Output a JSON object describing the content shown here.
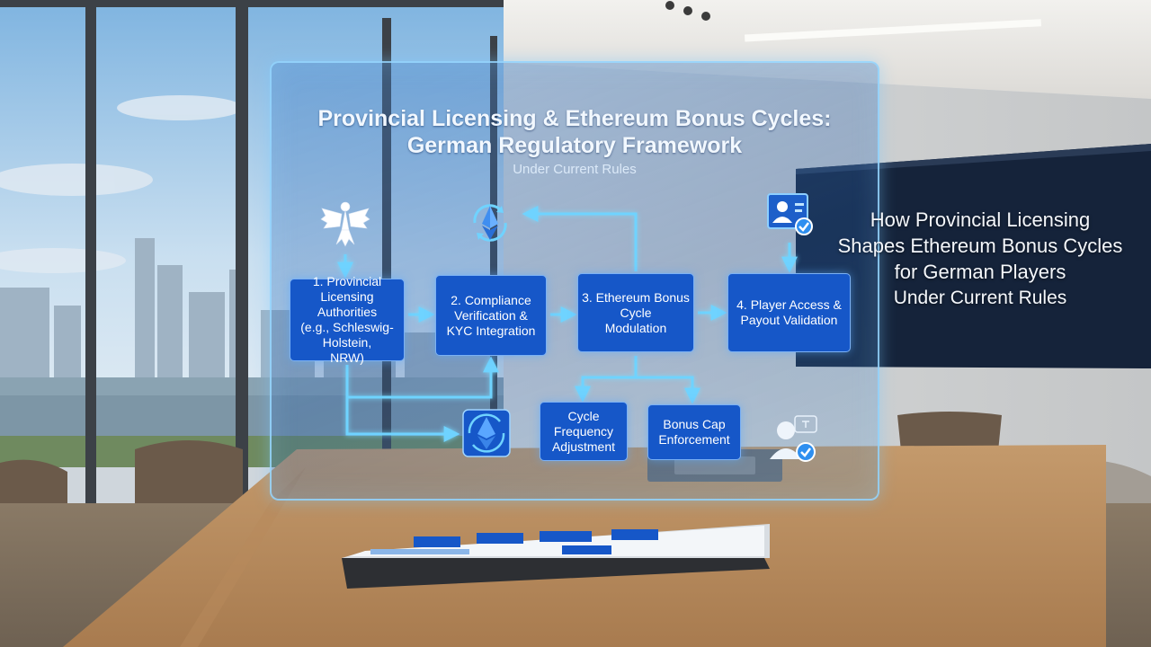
{
  "holo": {
    "title_line1": "Provincial Licensing & Ethereum Bonus Cycles:",
    "title_line2": "German Regulatory Framework",
    "subtitle": "Under Current Rules"
  },
  "steps": [
    {
      "id": "step1",
      "label": "1. Provincial\nLicensing Authorities\n(e.g., Schleswig-Holstein,\nNRW)"
    },
    {
      "id": "step2",
      "label": "2. Compliance\nVerification &\nKYC Integration"
    },
    {
      "id": "step3",
      "label": "3. Ethereum Bonus\nCycle\nModulation"
    },
    {
      "id": "step4",
      "label": "4. Player Access &\nPayout Validation"
    },
    {
      "id": "step5",
      "label": "Cycle\nFrequency\nAdjustment"
    },
    {
      "id": "step6",
      "label": "Bonus Cap\nEnforcement"
    }
  ],
  "icons": [
    "german-eagle-icon",
    "ethereum-cycle-icon",
    "id-card-check-icon",
    "user-check-icon"
  ],
  "colors": {
    "box": "#1657c8",
    "arrow": "#6fd3ff",
    "panel_border": "#96d7ff"
  },
  "screen": {
    "line1": "How Provincial Licensing",
    "line2": "Shapes Ethereum Bonus Cycles",
    "line3": "for German Players",
    "line4": "Under Current Rules"
  }
}
